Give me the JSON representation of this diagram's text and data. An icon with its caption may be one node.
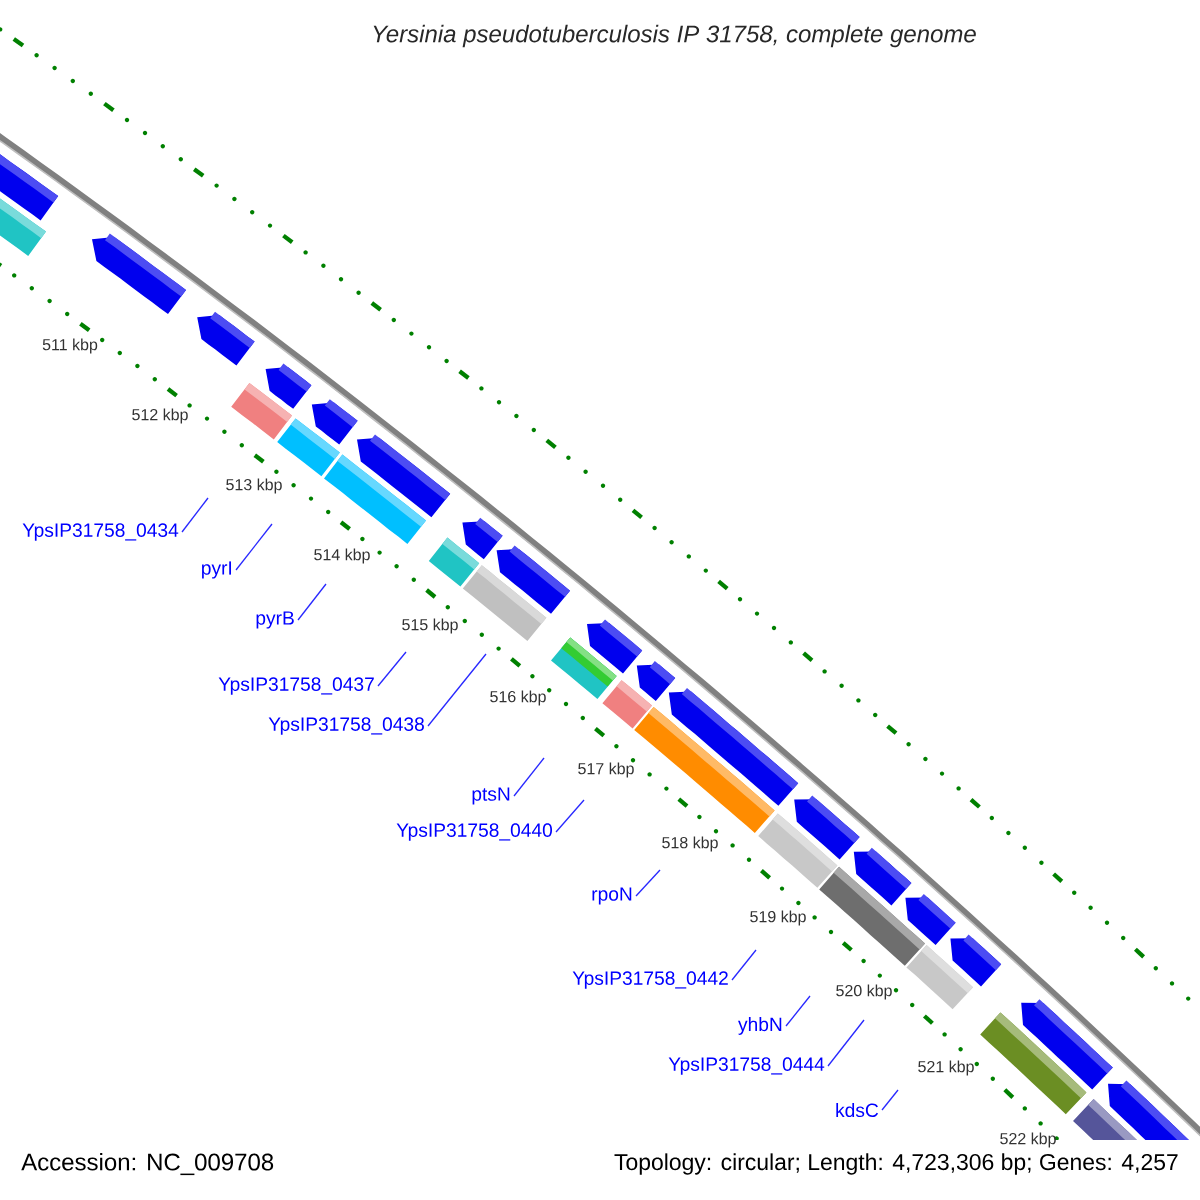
{
  "diagram": {
    "title": "Yersinia pseudotuberculosis IP 31758, complete genome",
    "nodes": [
      {
        "text": [
          "YpsIP31758_0434"
        ]
      },
      {
        "text": [
          "pyrI"
        ]
      },
      {
        "text": [
          "pyrB"
        ]
      },
      {
        "text": [
          "YpsIP31758_0437"
        ]
      },
      {
        "text": [
          "YpsIP31758_0438"
        ]
      },
      {
        "text": [
          "ptsN"
        ]
      },
      {
        "text": [
          "YpsIP31758_0440"
        ]
      },
      {
        "text": [
          "rpoN"
        ]
      },
      {
        "text": [
          "YpsIP31758_0442"
        ]
      },
      {
        "text": [
          "yhbN"
        ]
      },
      {
        "text": [
          "YpsIP31758_0444"
        ]
      },
      {
        "text": [
          "kdsC"
        ]
      }
    ],
    "edges": [
      {
        "from": 0,
        "to": null,
        "arrow": "none"
      },
      {
        "from": 1,
        "to": null,
        "arrow": "none"
      },
      {
        "from": 2,
        "to": null,
        "arrow": "none"
      },
      {
        "from": 3,
        "to": null,
        "arrow": "none"
      },
      {
        "from": 4,
        "to": null,
        "arrow": "none"
      },
      {
        "from": 5,
        "to": null,
        "arrow": "none"
      },
      {
        "from": 6,
        "to": null,
        "arrow": "none"
      },
      {
        "from": 7,
        "to": null,
        "arrow": "none"
      },
      {
        "from": 8,
        "to": null,
        "arrow": "none"
      },
      {
        "from": 9,
        "to": null,
        "arrow": "none"
      },
      {
        "from": 10,
        "to": null,
        "arrow": "none"
      },
      {
        "from": 11,
        "to": null,
        "arrow": "none"
      }
    ],
    "labels": [
      "511 kbp",
      "512 kbp",
      "513 kbp",
      "514 kbp",
      "515 kbp",
      "516 kbp",
      "517 kbp",
      "518 kbp",
      "519 kbp",
      "520 kbp",
      "521 kbp",
      "522 kbp",
      "Accession: NC_009708",
      "Topology: circular; Length: 4,723,306 bp; Genes: 4,257"
    ]
  }
}
